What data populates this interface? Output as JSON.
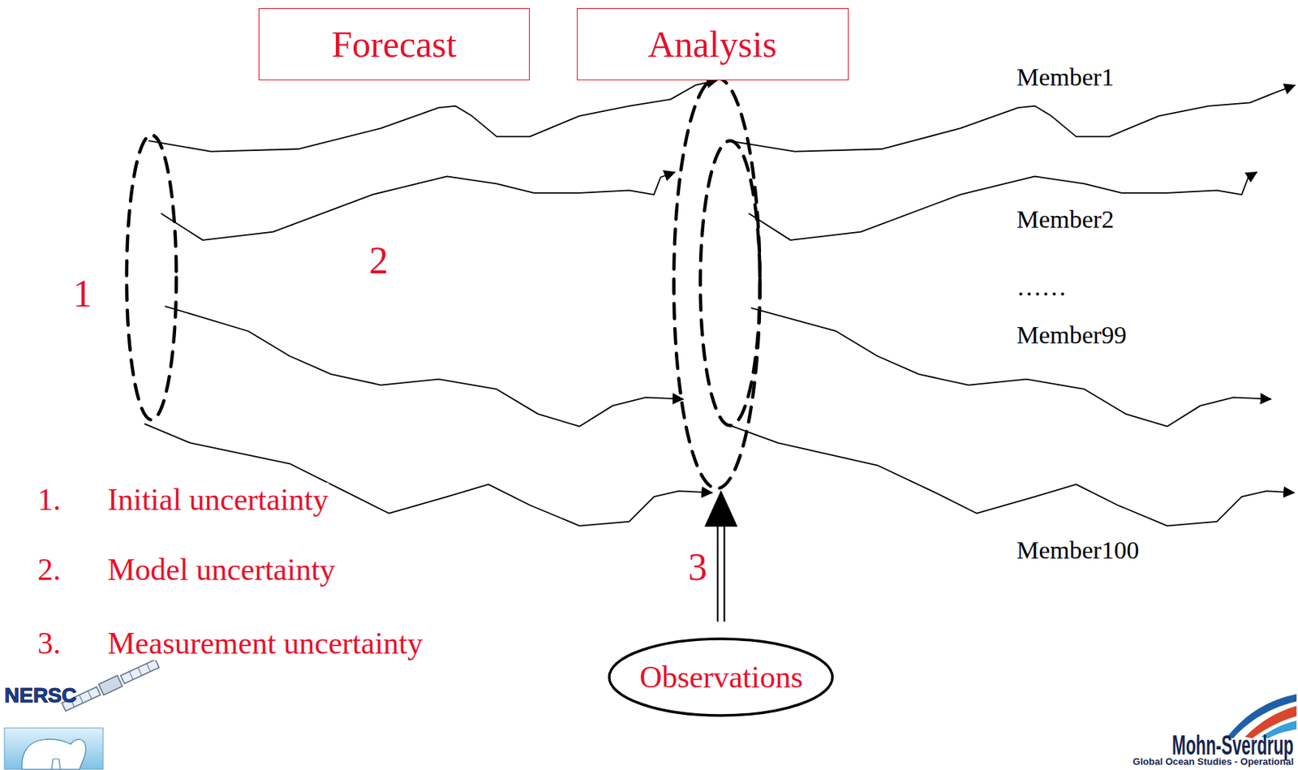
{
  "diagram": {
    "nodes": [
      {
        "text": [
          "Forecast"
        ]
      },
      {
        "text": [
          "Analysis"
        ]
      },
      {
        "text": [
          "Observations"
        ]
      }
    ],
    "labels": [
      "1",
      "2",
      "3",
      "Member1",
      "Member2",
      "……",
      "Member99",
      "Member100",
      "1.",
      "Initial uncertainty",
      "2.",
      "Model uncertainty",
      "3.",
      "Measurement uncertainty",
      "NERSC",
      "Mohn-Sverdrup",
      "Global Ocean Studies - Operational"
    ]
  }
}
